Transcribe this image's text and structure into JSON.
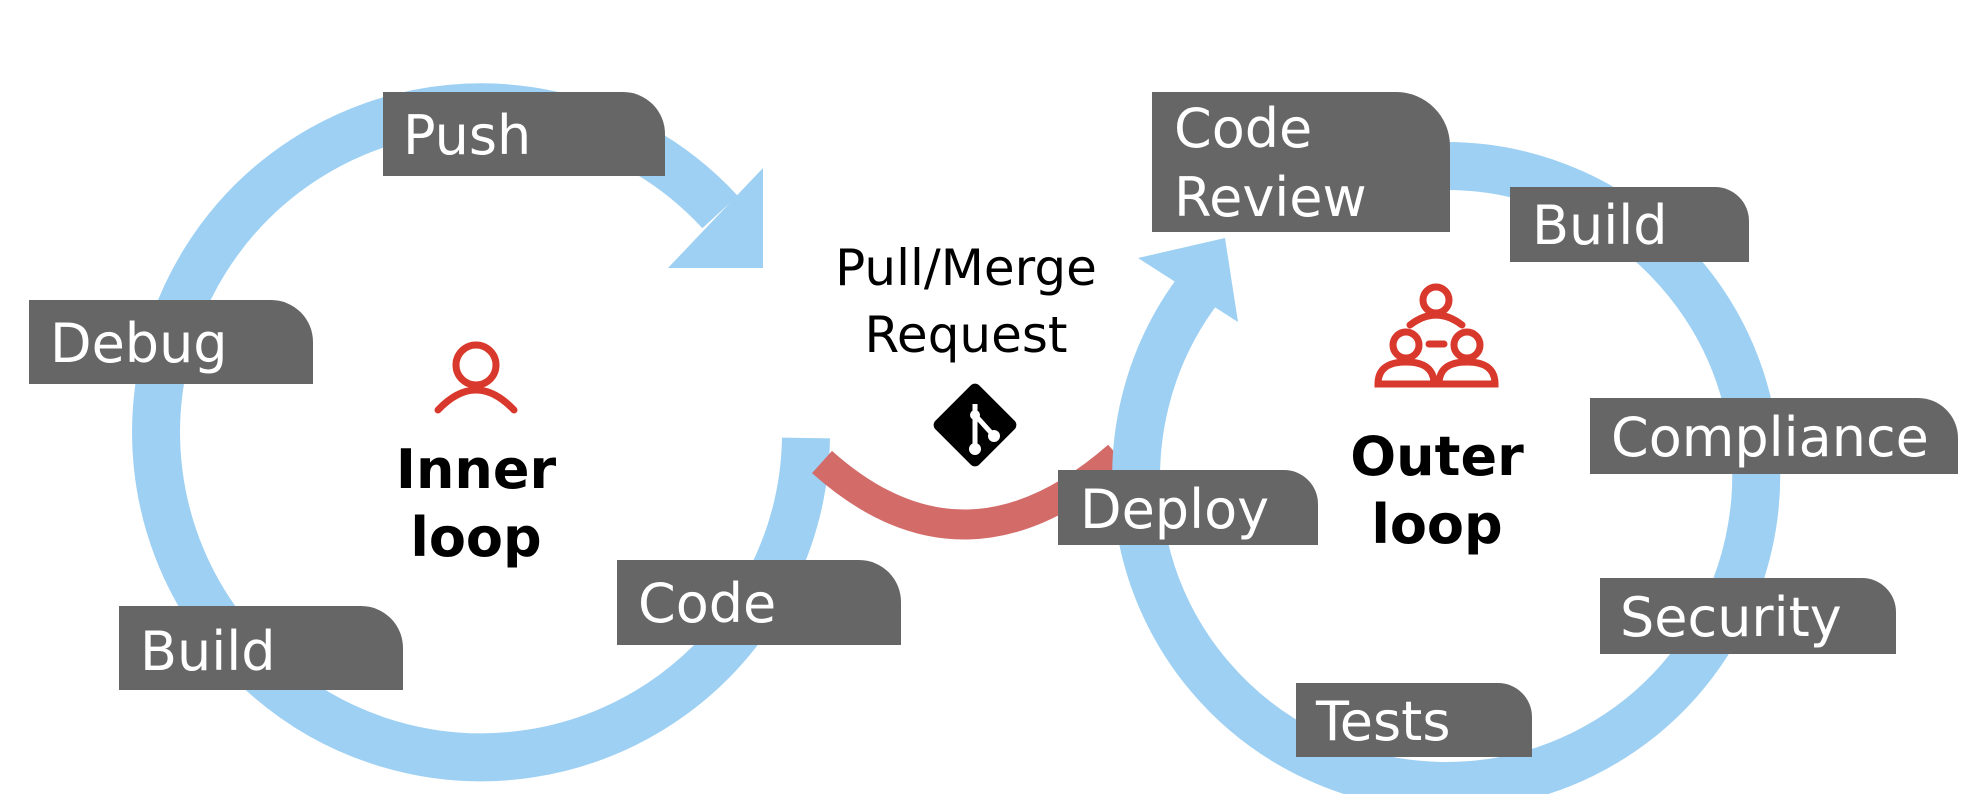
{
  "inner_loop": {
    "title_line1": "Inner",
    "title_line2": "loop",
    "icon": "person-icon",
    "steps": [
      "Push",
      "Debug",
      "Build",
      "Code"
    ]
  },
  "outer_loop": {
    "title_line1": "Outer",
    "title_line2": "loop",
    "icon": "team-icon",
    "steps": {
      "code_review_line1": "Code",
      "code_review_line2": "Review",
      "build": "Build",
      "compliance": "Compliance",
      "security": "Security",
      "tests": "Tests",
      "deploy": "Deploy"
    }
  },
  "bridge": {
    "line1": "Pull/Merge",
    "line2": "Request",
    "icon": "git-merge-icon"
  },
  "colors": {
    "loop_arrow": "#9dd0f3",
    "bridge": "#d36b69",
    "tag": "#666666",
    "icon": "#d9382c"
  }
}
